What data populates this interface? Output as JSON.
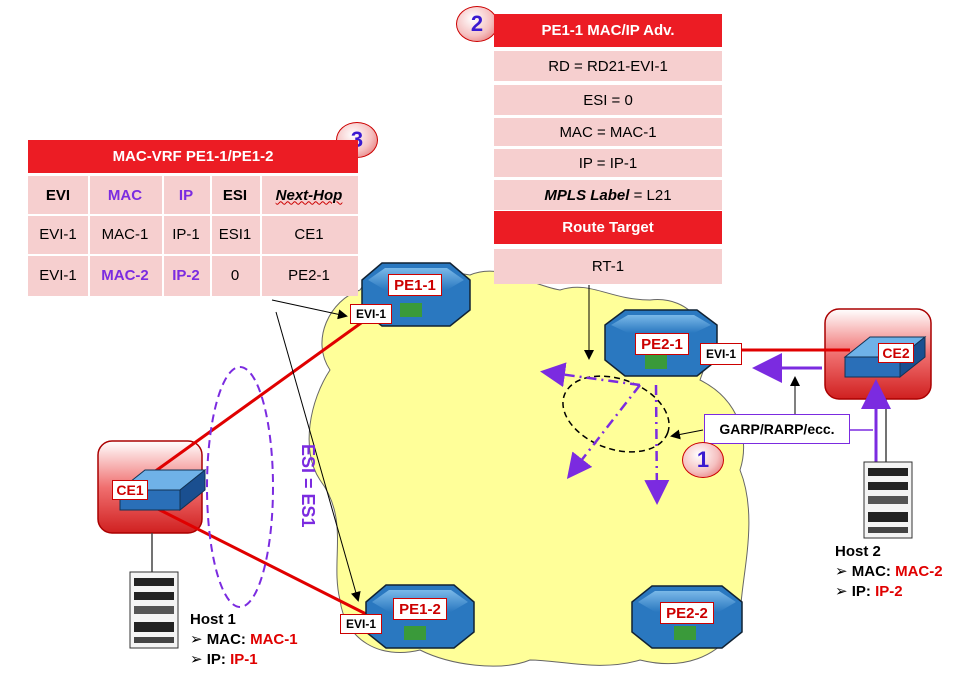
{
  "adv_table": {
    "badge": "2",
    "title": "PE1-1 MAC/IP Adv.",
    "rows": [
      "RD = RD21-EVI-1",
      "ESI = 0",
      "MAC = MAC-1",
      "IP = IP-1"
    ],
    "label_italic": "MPLS Label",
    "label_value": " = L21",
    "rt_header": "Route Target",
    "rt_value": "RT-1"
  },
  "vrf_table": {
    "badge": "3",
    "title": "MAC-VRF PE1-1/PE1-2",
    "headers": [
      "EVI",
      "MAC",
      "IP",
      "ESI",
      "Next-Hop"
    ],
    "rows": [
      [
        "EVI-1",
        "MAC-1",
        "IP-1",
        "ESI1",
        "CE1"
      ],
      [
        "EVI-1",
        "MAC-2",
        "IP-2",
        "0",
        "PE2-1"
      ]
    ]
  },
  "routers": {
    "pe11": "PE1-1",
    "pe12": "PE1-2",
    "pe21": "PE2-1",
    "pe22": "PE2-2",
    "ce1": "CE1",
    "ce2": "CE2"
  },
  "evi_tags": {
    "pe11": "EVI-1",
    "pe12": "EVI-1",
    "pe21": "EVI-1"
  },
  "garp_label": "GARP/RARP/ecc.",
  "badge1": "1",
  "esi_label": "ESI = ES1",
  "host1": {
    "name": "Host 1",
    "mac_label": "MAC: ",
    "mac": "MAC-1",
    "ip_label": "IP: ",
    "ip": "IP-1"
  },
  "host2": {
    "name": "Host 2",
    "mac_label": "MAC: ",
    "mac": "MAC-2",
    "ip_label": "IP: ",
    "ip": "IP-2"
  },
  "colors": {
    "red": "#ec1c24",
    "pink": "#f6cfcf",
    "purple": "#7b2be0",
    "cloud": "#ffff99"
  }
}
